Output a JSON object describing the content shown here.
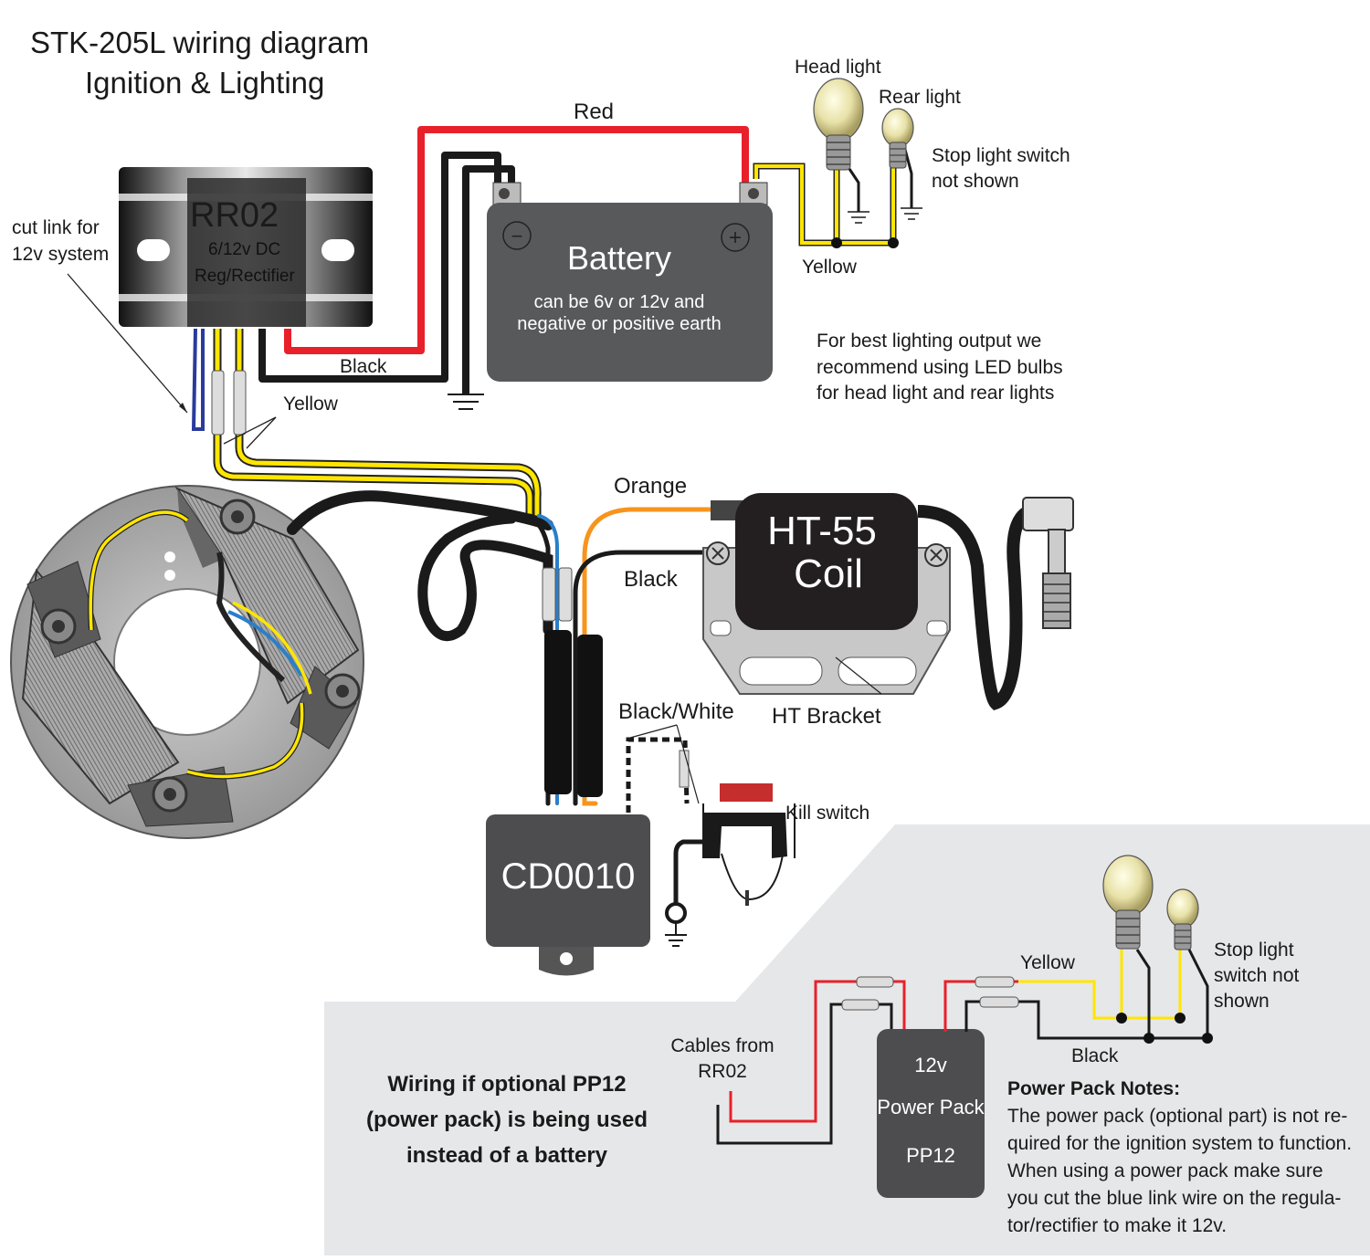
{
  "title": {
    "line1": "STK-205L wiring diagram",
    "line2": "Ignition & Lighting"
  },
  "regulator": {
    "model": "RR02",
    "spec": "6/12v DC",
    "desc": "Reg/Rectifier"
  },
  "cut_link_note": [
    "cut link for",
    "12v system"
  ],
  "battery": {
    "name": "Battery",
    "note1": "can be 6v or 12v and",
    "note2": "negative or positive earth",
    "neg_symbol": "−",
    "pos_symbol": "+"
  },
  "wires": {
    "red": "Red",
    "black_top": "Black",
    "yellow_top": "Yellow",
    "yellow_lights": "Yellow",
    "orange": "Orange",
    "black_coil": "Black",
    "black_white": "Black/White",
    "yellow_pp": "Yellow",
    "black_pp": "Black"
  },
  "lights": {
    "head": "Head light",
    "rear": "Rear light",
    "stop_note": [
      "Stop light switch",
      "not shown"
    ]
  },
  "led_note": [
    "For best lighting output we",
    "recommend using LED bulbs",
    "for head light and rear lights"
  ],
  "coil": {
    "line1": "HT-55",
    "line2": "Coil"
  },
  "bracket": "HT Bracket",
  "cdi": "CD0010",
  "kill_switch": "Kill switch",
  "power_pack": {
    "heading": [
      "Wiring if optional PP12",
      "(power pack) is being used",
      "instead of a battery"
    ],
    "cables_from": [
      "Cables from",
      "RR02"
    ],
    "unit": [
      "12v",
      "Power Pack",
      "PP12"
    ],
    "stop_note": [
      "Stop light",
      "switch not",
      "shown"
    ],
    "notes_title": "Power Pack Notes:",
    "notes": [
      "The power pack (optional part) is not re-",
      "quired for the ignition system to function.",
      "When using a power pack make sure",
      "you cut the blue link wire on the regula-",
      "tor/rectifier to make it 12v."
    ]
  },
  "colors": {
    "red_wire": "#e8202a",
    "black_wire": "#1a1a1a",
    "yellow_wire": "#ffe600",
    "blue_wire": "#2a7fc9",
    "orange_wire": "#f7941d",
    "panel_bg": "#e6e7e8",
    "device_dark": "#4d4d4f"
  }
}
